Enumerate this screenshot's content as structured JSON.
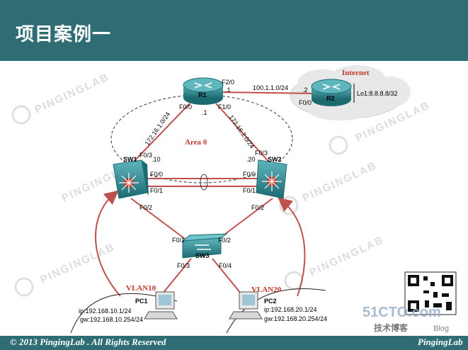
{
  "header": {
    "title": "项目案例一"
  },
  "footer": {
    "copyright": "© 2013 PingingLab . All Rights Reserved",
    "brand": "PingingLab"
  },
  "watermark": {
    "text": "PINGINGLAB"
  },
  "internet": {
    "label": "Internet"
  },
  "area": {
    "label": "Area  0"
  },
  "devices": {
    "r1": "R1",
    "r2": "R2",
    "sw1": "SW1",
    "sw2": "SW2",
    "sw3": "SW3",
    "pc1": "PC1",
    "pc2": "PC2"
  },
  "interfaces": {
    "r1_f20": "F2/0",
    "r1_f20_ip": ".1",
    "link_r1_r2": "100.1.1.0/24",
    "r2_ip": ".2",
    "r2_f00": "F0/0",
    "r2_lo": "Lo1:8.8.8.8/32",
    "r1_f00": "F0/0",
    "r1_f00_ip": ".1",
    "r1_f10": "F1/0",
    "link_r1_sw1": "172.16.1.0/24",
    "link_r1_sw2": "172.16.2.0/24",
    "sw1_f03": "F0/3",
    "sw1_ip": ".10",
    "sw2_f03": "F0/3",
    "sw2_ip": ".20",
    "sw1_f00": "F0/0",
    "sw1_f01": "F0/1",
    "sw1_f02": "F0/2",
    "sw2_f00": "F0/0",
    "sw2_f01": "F0/1",
    "sw2_f02": "F0/2",
    "sw3_f01": "F0/1",
    "sw3_f02": "F0/2",
    "sw3_f03": "F0/3",
    "sw3_f04": "F0/4"
  },
  "vlans": {
    "vlan10": "VLAN10",
    "vlan20": "VLAN20"
  },
  "hosts": {
    "pc1_ip": "ip:192.168.10.1/24",
    "pc1_gw": "gw:192.168.10.254/24",
    "pc2_ip": "ip:192.168.20.1/24",
    "pc2_gw": "gw:192.168.20.254/24"
  },
  "site_badge": {
    "main": "51CTO.com",
    "sub": "技术博客",
    "tag": "Blog"
  },
  "colors": {
    "header": "#2e6d74",
    "link": "#c0504d",
    "device": "#2d8a91",
    "accent": "#c0392b"
  }
}
